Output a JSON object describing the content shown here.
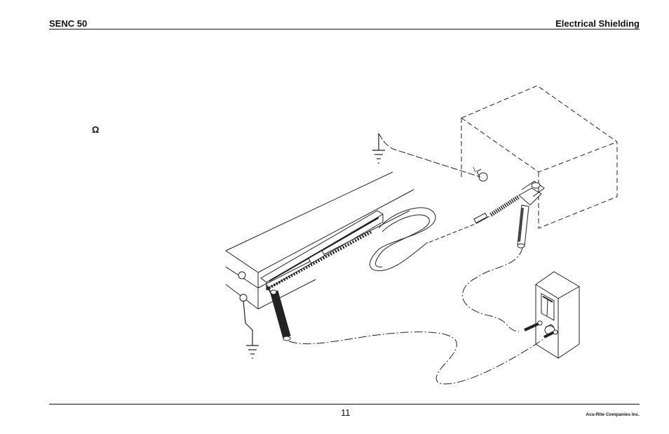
{
  "header": {
    "document_title": "SENC 50",
    "section_title": "Electrical Shielding"
  },
  "body": {
    "omega_symbol": "Ω"
  },
  "footer": {
    "page_number": "11",
    "company": "Acu-Rite Companies Inc."
  },
  "figure": {
    "line_color": "#222222"
  }
}
